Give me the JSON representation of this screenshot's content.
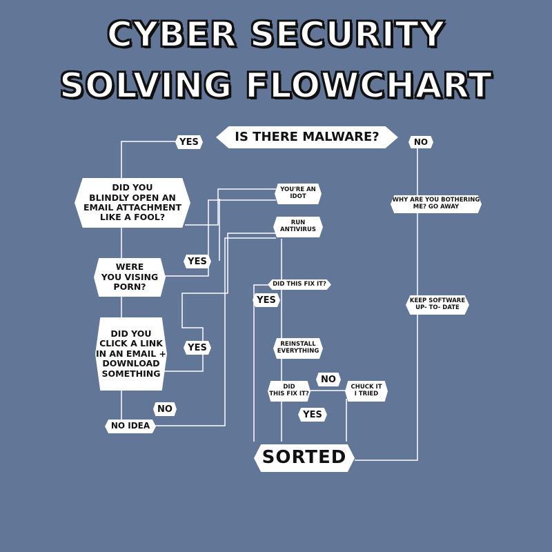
{
  "title": {
    "line1": "CYBER SECURITY",
    "line2": "SOLVING FLOWCHART"
  },
  "nodes": {
    "malware": "IS THERE MALWARE?",
    "attachment": "DID YOU\nBLINDLY OPEN AN\nEMAIL ATTACHMENT\nLIKE A FOOL?",
    "porn": "WERE\nYOU VISING\nPORN?",
    "click_link": "DID YOU\nCLICK A LINK\nIN AN EMAIL +\nDOWNLOAD\nSOMETHING",
    "no_idea": "NO IDEA",
    "idiot": "YOU'RE AN\nIDOT",
    "run_antivirus": "RUN\nANTIVIRUS",
    "fix1": "DID THIS FIX IT?",
    "reinstall": "REINSTALL\nEVERYTHING",
    "fix2": "DID\nTHIS FIX IT?",
    "chuck": "CHUCK IT\nI TRIED",
    "why": "WHY ARE YOU BOTHERING\nME? GO AWAY",
    "keep": "KEEP SOFTWARE\nUP- TO- DATE",
    "sorted": "SORTED"
  },
  "labels": {
    "yes_malware": "YES",
    "no_malware": "NO",
    "yes_porn": "YES",
    "yes_fix1": "YES",
    "yes_click": "YES",
    "no_fix2": "NO",
    "no_click": "NO",
    "yes_fix2": "YES"
  }
}
